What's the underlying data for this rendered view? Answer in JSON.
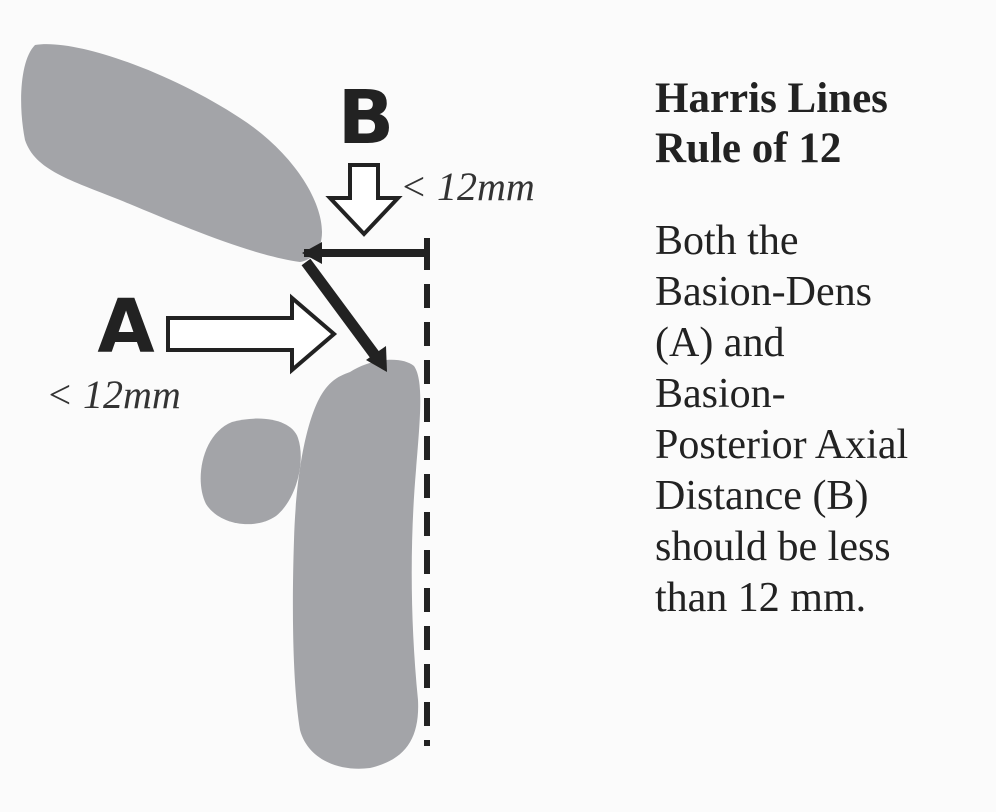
{
  "figure": {
    "label_a": "A",
    "label_b": "B",
    "measure_a": "< 12mm",
    "measure_b": "< 12mm"
  },
  "panel": {
    "title_lines": [
      "Harris Lines",
      "Rule of 12"
    ],
    "description_lines": [
      "Both the",
      "Basion-Dens",
      "(A) and",
      "Basion-",
      "Posterior Axial",
      "Distance (B)",
      "should be less",
      "than 12 mm."
    ]
  },
  "colors": {
    "background": "#fbfbfb",
    "bone": "#a3a4a8",
    "ink": "#222222"
  }
}
